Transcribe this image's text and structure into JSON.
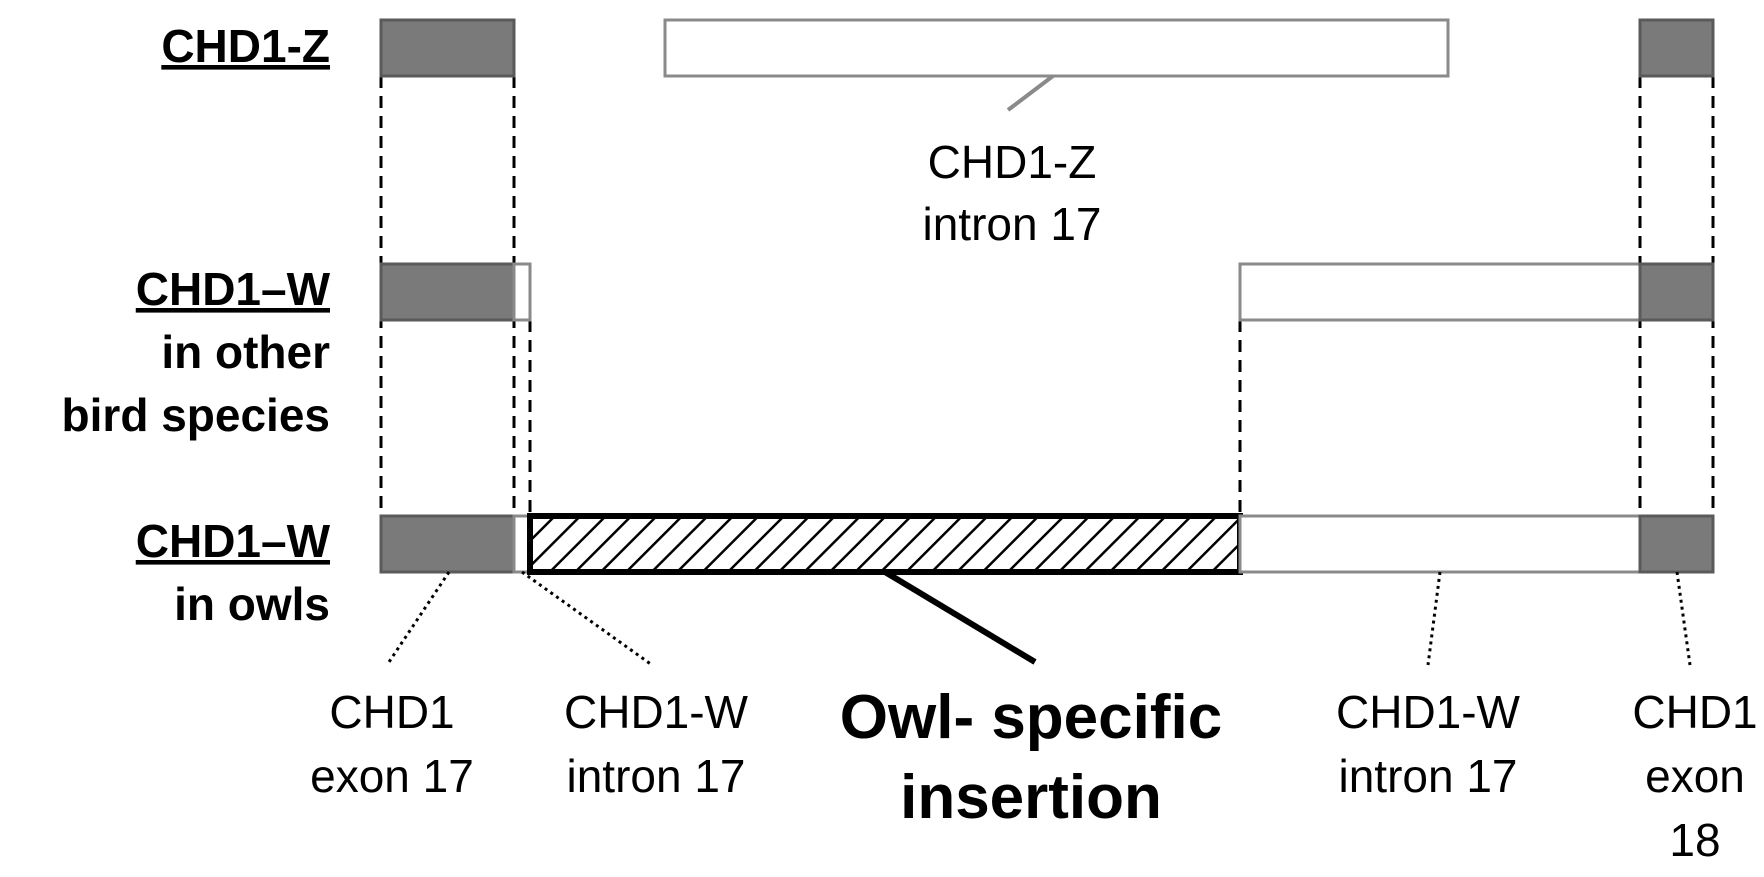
{
  "rows": {
    "chd1_z": {
      "label": "CHD1-Z"
    },
    "chd1_w_other": {
      "label_line1": "CHD1–W",
      "label_line2": "in other",
      "label_line3": "bird species"
    },
    "chd1_w_owls": {
      "label_line1": "CHD1–W",
      "label_line2": "in owls"
    }
  },
  "callouts": {
    "z_intron": {
      "line1": "CHD1-Z",
      "line2": "intron 17"
    },
    "exon17": {
      "line1": "CHD1",
      "line2": "exon 17"
    },
    "w_intron_left": {
      "line1": "CHD1-W",
      "line2": "intron 17"
    },
    "insertion": {
      "line1": "Owl- specific",
      "line2": "insertion"
    },
    "w_intron_right": {
      "line1": "CHD1-W",
      "line2": "intron 17"
    },
    "exon18": {
      "line1": "CHD1",
      "line2": "exon",
      "line3": "18"
    }
  },
  "colors": {
    "exon_fill": "#7a7a7a",
    "exon_stroke": "#5a5a5a",
    "intron_stroke": "#8a8a8a",
    "insertion_stroke": "#000000",
    "hatch": "#000000",
    "text": "#000000"
  }
}
